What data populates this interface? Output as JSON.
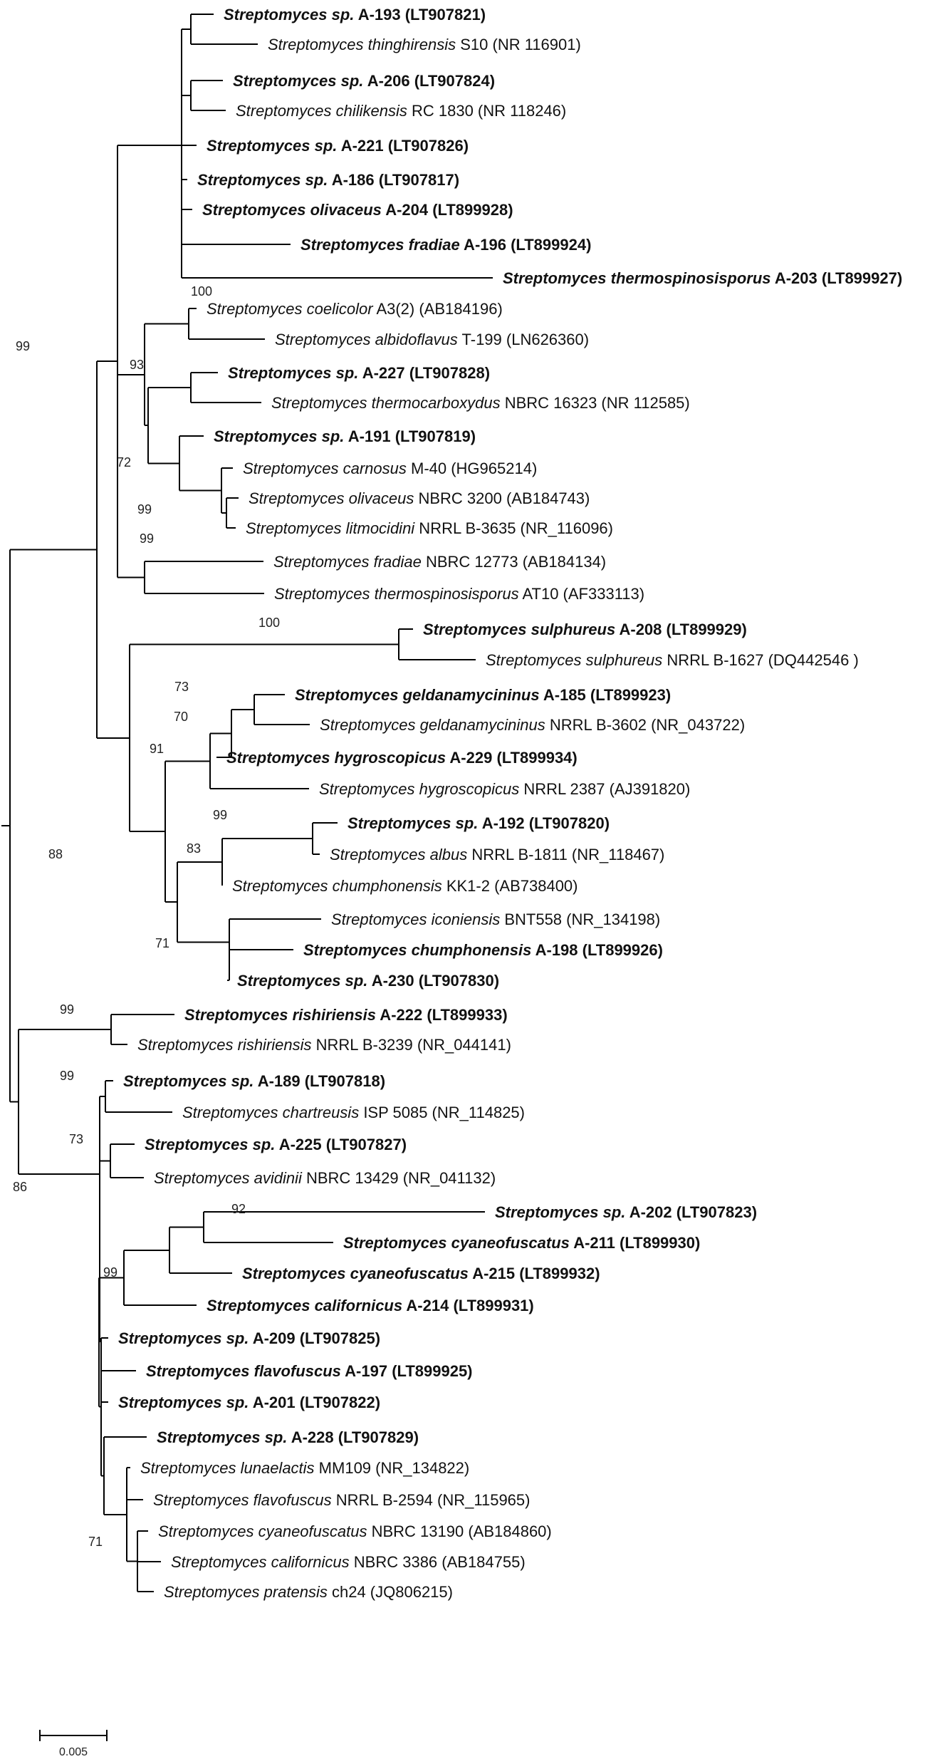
{
  "leaves": [
    {
      "taxon": "Streptomyces sp.",
      "rest": " A-193 (LT907821)",
      "bold": true
    },
    {
      "taxon": "Streptomyces thinghirensis",
      "rest": " S10 (NR 116901)",
      "bold": false
    },
    {
      "taxon": "Streptomyces sp.",
      "rest": " A-206 (LT907824)",
      "bold": true
    },
    {
      "taxon": "Streptomyces chilikensis",
      "rest": " RC 1830 (NR 118246)",
      "bold": false
    },
    {
      "taxon": "Streptomyces sp.",
      "rest": " A-221 (LT907826)",
      "bold": true
    },
    {
      "taxon": "Streptomyces sp.",
      "rest": " A-186 (LT907817)",
      "bold": true
    },
    {
      "taxon": "Streptomyces olivaceus",
      "rest": " A-204 (LT899928)",
      "bold": true
    },
    {
      "taxon": "Streptomyces fradiae",
      "rest": " A-196 (LT899924)",
      "bold": true
    },
    {
      "taxon": "Streptomyces thermospinosisporus",
      "rest": " A-203 (LT899927)",
      "bold": true
    },
    {
      "taxon": "Streptomyces coelicolor",
      "rest": " A3(2) (AB184196)",
      "bold": false
    },
    {
      "taxon": "Streptomyces albidoflavus",
      "rest": " T-199 (LN626360)",
      "bold": false
    },
    {
      "taxon": "Streptomyces sp.",
      "rest": " A-227 (LT907828)",
      "bold": true
    },
    {
      "taxon": "Streptomyces thermocarboxydus",
      "rest": " NBRC 16323 (NR 112585)",
      "bold": false
    },
    {
      "taxon": "Streptomyces sp.",
      "rest": " A-191 (LT907819)",
      "bold": true
    },
    {
      "taxon": "Streptomyces carnosus",
      "rest": " M-40 (HG965214)",
      "bold": false
    },
    {
      "taxon": "Streptomyces olivaceus",
      "rest": " NBRC 3200 (AB184743)",
      "bold": false
    },
    {
      "taxon": "Streptomyces litmocidini",
      "rest": " NRRL B-3635 (NR_116096)",
      "bold": false
    },
    {
      "taxon": "Streptomyces fradiae",
      "rest": " NBRC 12773 (AB184134)",
      "bold": false
    },
    {
      "taxon": "Streptomyces thermospinosisporus",
      "rest": " AT10 (AF333113)",
      "bold": false
    },
    {
      "taxon": "Streptomyces sulphureus",
      "rest": " A-208 (LT899929)",
      "bold": true
    },
    {
      "taxon": "Streptomyces sulphureus",
      "rest": " NRRL B-1627 (DQ442546 )",
      "bold": false
    },
    {
      "taxon": "Streptomyces geldanamycininus",
      "rest": " A-185 (LT899923)",
      "bold": true
    },
    {
      "taxon": "Streptomyces geldanamycininus",
      "rest": " NRRL B-3602 (NR_043722)",
      "bold": false
    },
    {
      "taxon": "Streptomyces hygroscopicus",
      "rest": " A-229 (LT899934)",
      "bold": true
    },
    {
      "taxon": "Streptomyces hygroscopicus",
      "rest": " NRRL 2387 (AJ391820)",
      "bold": false
    },
    {
      "taxon": "Streptomyces sp.",
      "rest": " A-192 (LT907820)",
      "bold": true
    },
    {
      "taxon": "Streptomyces albus",
      "rest": " NRRL B-1811 (NR_118467)",
      "bold": false
    },
    {
      "taxon": "Streptomyces chumphonensis",
      "rest": " KK1-2 (AB738400)",
      "bold": false
    },
    {
      "taxon": "Streptomyces iconiensis",
      "rest": " BNT558 (NR_134198)",
      "bold": false
    },
    {
      "taxon": "Streptomyces chumphonensis",
      "rest": " A-198 (LT899926)",
      "bold": true
    },
    {
      "taxon": "Streptomyces sp.",
      "rest": " A-230 (LT907830)",
      "bold": true
    },
    {
      "taxon": "Streptomyces rishiriensis",
      "rest": " A-222 (LT899933)",
      "bold": true
    },
    {
      "taxon": "Streptomyces rishiriensis",
      "rest": " NRRL B-3239 (NR_044141)",
      "bold": false
    },
    {
      "taxon": "Streptomyces sp.",
      "rest": " A-189 (LT907818)",
      "bold": true
    },
    {
      "taxon": "Streptomyces chartreusis",
      "rest": " ISP 5085 (NR_114825)",
      "bold": false
    },
    {
      "taxon": "Streptomyces sp.",
      "rest": " A-225 (LT907827)",
      "bold": true
    },
    {
      "taxon": "Streptomyces avidinii",
      "rest": " NBRC 13429 (NR_041132)",
      "bold": false
    },
    {
      "taxon": "Streptomyces sp.",
      "rest": " A-202 (LT907823)",
      "bold": true
    },
    {
      "taxon": "Streptomyces cyaneofuscatus",
      "rest": " A-211 (LT899930)",
      "bold": true
    },
    {
      "taxon": "Streptomyces cyaneofuscatus",
      "rest": " A-215 (LT899932)",
      "bold": true
    },
    {
      "taxon": "Streptomyces californicus",
      "rest": " A-214 (LT899931)",
      "bold": true
    },
    {
      "taxon": "Streptomyces sp.",
      "rest": " A-209 (LT907825)",
      "bold": true
    },
    {
      "taxon": "Streptomyces flavofuscus",
      "rest": " A-197 (LT899925)",
      "bold": true
    },
    {
      "taxon": "Streptomyces sp.",
      "rest": " A-201 (LT907822)",
      "bold": true
    },
    {
      "taxon": "Streptomyces sp.",
      "rest": " A-228 (LT907829)",
      "bold": true
    },
    {
      "taxon": "Streptomyces lunaelactis",
      "rest": " MM109 (NR_134822)",
      "bold": false
    },
    {
      "taxon": "Streptomyces flavofuscus",
      "rest": " NRRL B-2594 (NR_115965)",
      "bold": false
    },
    {
      "taxon": "Streptomyces cyaneofuscatus",
      "rest": "  NBRC 13190 (AB184860)",
      "bold": false
    },
    {
      "taxon": "Streptomyces californicus",
      "rest": " NBRC 3386 (AB184755)",
      "bold": false
    },
    {
      "taxon": "Streptomyces pratensis",
      "rest": " ch24 (JQ806215)",
      "bold": false
    }
  ],
  "bootstrap_values": [
    "100",
    "93",
    "72",
    "99",
    "99",
    "99",
    "100",
    "73",
    "70",
    "91",
    "99",
    "83",
    "71",
    "88",
    "99",
    "99",
    "73",
    "92",
    "99",
    "71",
    "86"
  ],
  "scale_bar": {
    "label": "0.005"
  }
}
